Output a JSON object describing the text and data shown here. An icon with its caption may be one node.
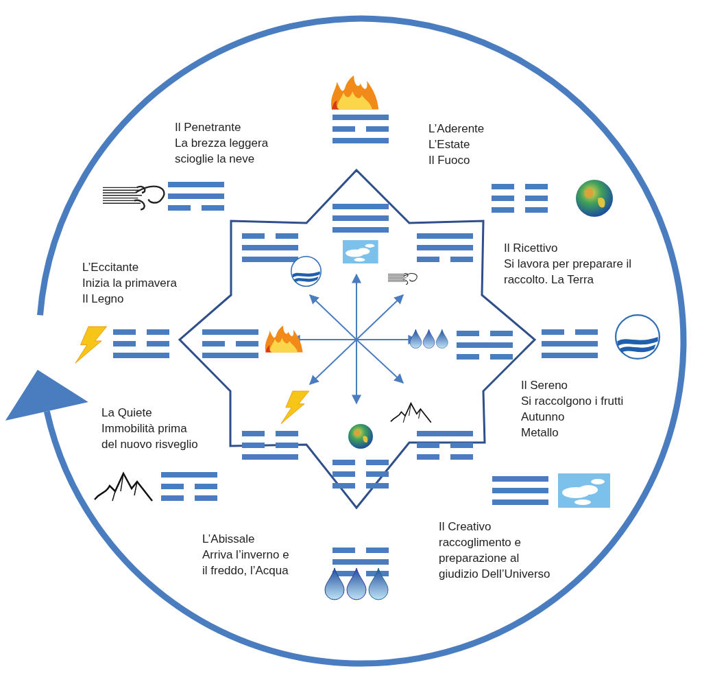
{
  "diagram": {
    "labels": [
      "Il Penetrante",
      "La brezza leggera",
      "scioglie la neve",
      "L’Aderente",
      "L’Estate",
      "Il Fuoco",
      "Il Ricettivo",
      "Si lavora per preparare il",
      "raccolto. La Terra",
      "L’Eccitante",
      "Inizia la primavera",
      "Il Legno",
      "Il Sereno",
      "Si raccolgono i frutti",
      "Autunno",
      "Metallo",
      "La Quiete",
      "Immobilità prima",
      "del nuovo risveglio",
      "L’Abissale",
      "Arriva l’inverno e",
      "il freddo, l’Acqua",
      "Il Creativo",
      "raccoglimento e",
      "preparazione al",
      "giudizio Dell’Universo"
    ]
  }
}
